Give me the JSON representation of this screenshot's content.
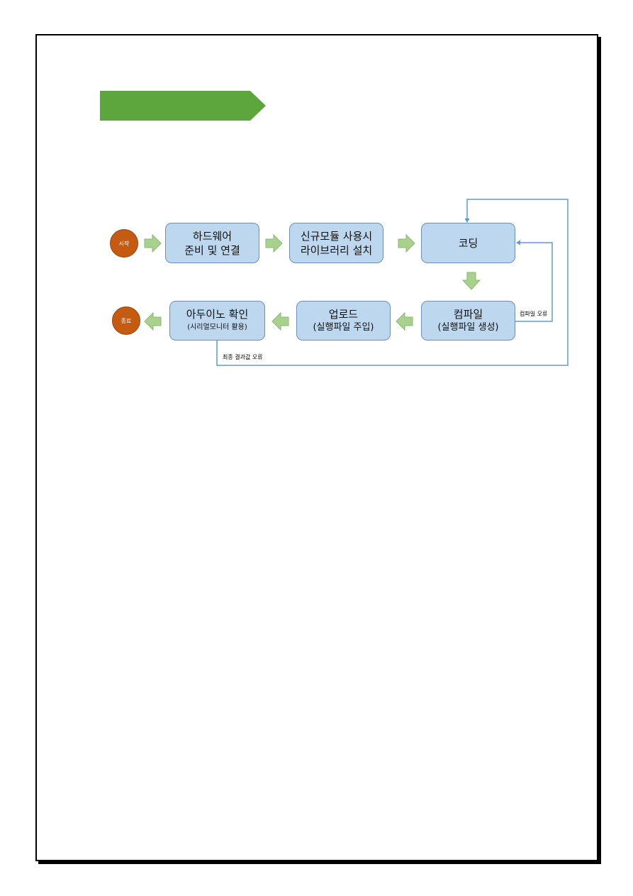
{
  "diagram": {
    "start_label": "시작",
    "end_label": "종료",
    "steps": {
      "hardware": {
        "line1": "하드웨어",
        "line2": "준비 및 연결"
      },
      "library": {
        "line1": "신규모듈 사용시",
        "line2": "라이브러리 설치"
      },
      "coding": {
        "line1": "코딩"
      },
      "compile": {
        "line1": "컴파일",
        "line2": "(실행파일 생성)"
      },
      "upload": {
        "line1": "업로드",
        "line2": "(실행파일 주입)"
      },
      "check": {
        "line1": "아두이노 확인",
        "line2": "(시리얼모니터 활용)"
      }
    },
    "loops": {
      "compile_error": "컴파일 오류",
      "final_error": "최종 결과값 오류"
    }
  },
  "colors": {
    "banner": "#5ca63c",
    "node_fill": "#bdd7ee",
    "terminal": "#c55a11",
    "arrow_fill": "#a9d18e",
    "loop_line": "#5b9bd5"
  }
}
